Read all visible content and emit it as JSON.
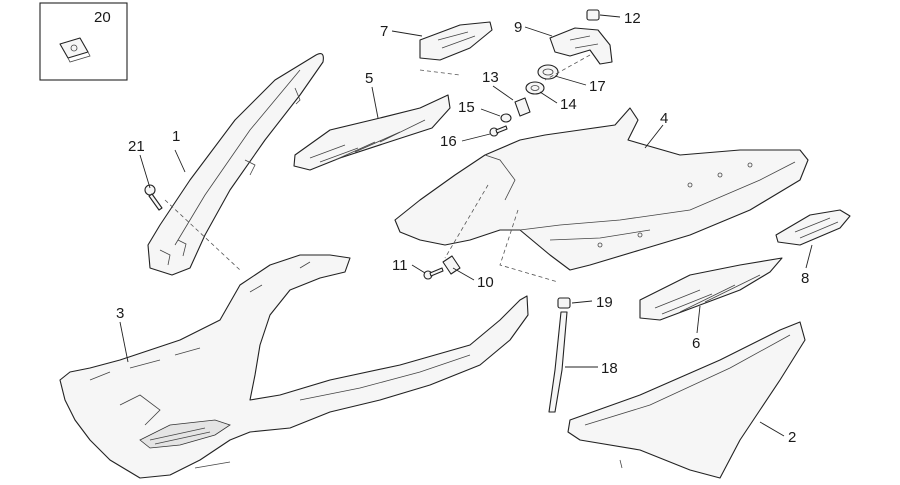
{
  "callouts": [
    {
      "id": "c20",
      "label": "20"
    },
    {
      "id": "c21",
      "label": "21"
    },
    {
      "id": "c1",
      "label": "1"
    },
    {
      "id": "c3",
      "label": "3"
    },
    {
      "id": "c5",
      "label": "5"
    },
    {
      "id": "c7",
      "label": "7"
    },
    {
      "id": "c9",
      "label": "9"
    },
    {
      "id": "c12",
      "label": "12"
    },
    {
      "id": "c13",
      "label": "13"
    },
    {
      "id": "c14",
      "label": "14"
    },
    {
      "id": "c15",
      "label": "15"
    },
    {
      "id": "c16",
      "label": "16"
    },
    {
      "id": "c17",
      "label": "17"
    },
    {
      "id": "c4",
      "label": "4"
    },
    {
      "id": "c8",
      "label": "8"
    },
    {
      "id": "c11",
      "label": "11"
    },
    {
      "id": "c10",
      "label": "10"
    },
    {
      "id": "c19",
      "label": "19"
    },
    {
      "id": "c6",
      "label": "6"
    },
    {
      "id": "c18",
      "label": "18"
    },
    {
      "id": "c2",
      "label": "2"
    }
  ],
  "colors": {
    "line": "#222222",
    "fill": "#f6f6f6",
    "background": "#ffffff"
  }
}
